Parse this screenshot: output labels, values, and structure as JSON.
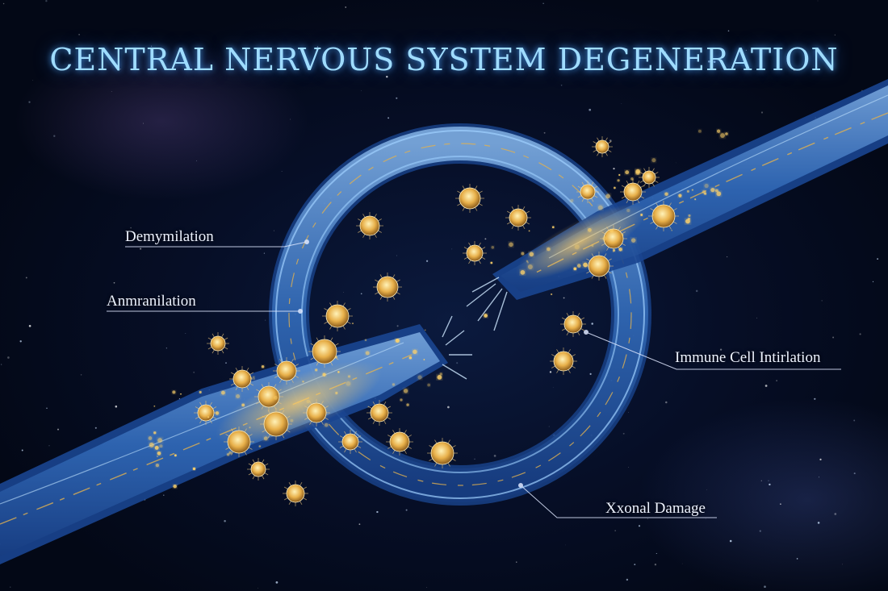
{
  "title": "CENTRAL NERVOUS SYSTEM DEGENERATION",
  "labels": {
    "demyelination": "Demymilation",
    "inflammation": "Anmranilation",
    "immune": "Immune Cell Intirlation",
    "axonal": "Xxonal Damage"
  },
  "colors": {
    "background": "#040a1c",
    "nerve": "#4f8fd8",
    "glow": "#ffd36a",
    "title": "#9fdcff",
    "label": "#eef3ff"
  }
}
